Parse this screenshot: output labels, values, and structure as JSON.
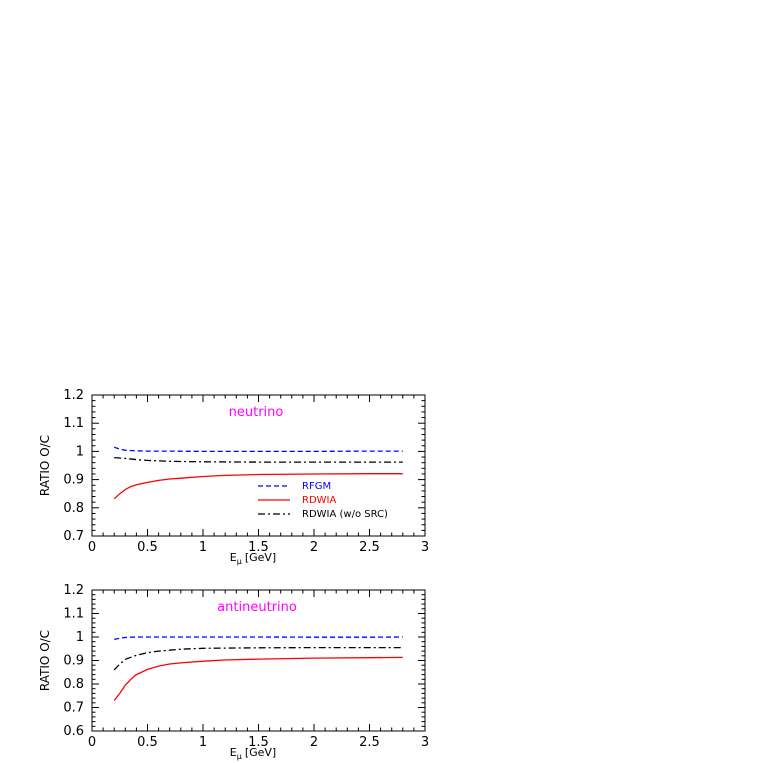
{
  "chart_data": [
    {
      "type": "line",
      "title": "",
      "annotation": "neutrino",
      "xlabel": "E",
      "xlabel_sub": "μ",
      "xlabel_unit": "[GeV]",
      "ylabel": "RATIO O/C",
      "xlim": [
        0,
        3
      ],
      "ylim": [
        0.7,
        1.2
      ],
      "xticks": [
        0,
        0.5,
        1,
        1.5,
        2,
        2.5,
        3
      ],
      "xtick_labels": [
        "0",
        "0.5",
        "1",
        "1.5",
        "2",
        "2.5",
        "3"
      ],
      "yticks": [
        0.7,
        0.8,
        0.9,
        1,
        1.1,
        1.2
      ],
      "ytick_labels": [
        "0.7",
        "0.8",
        "0.9",
        "1",
        "1.1",
        "1.2"
      ],
      "grid": false,
      "legend_position": "lower-right",
      "series": [
        {
          "name": "RFGM",
          "color": "#0000ff",
          "dash": "dashed",
          "points": [
            [
              0.2,
              1.015
            ],
            [
              0.25,
              1.008
            ],
            [
              0.3,
              1.004
            ],
            [
              0.4,
              1.002
            ],
            [
              0.5,
              1.001
            ],
            [
              0.7,
              1.001
            ],
            [
              1.0,
              1.0
            ],
            [
              1.5,
              1.0
            ],
            [
              2.0,
              1.0
            ],
            [
              2.5,
              1.001
            ],
            [
              2.8,
              1.001
            ]
          ]
        },
        {
          "name": "RDWIA",
          "color": "#ff0000",
          "dash": "solid",
          "points": [
            [
              0.2,
              0.832
            ],
            [
              0.25,
              0.85
            ],
            [
              0.3,
              0.865
            ],
            [
              0.35,
              0.875
            ],
            [
              0.4,
              0.882
            ],
            [
              0.5,
              0.89
            ],
            [
              0.6,
              0.897
            ],
            [
              0.7,
              0.902
            ],
            [
              0.8,
              0.905
            ],
            [
              1.0,
              0.911
            ],
            [
              1.2,
              0.915
            ],
            [
              1.5,
              0.918
            ],
            [
              2.0,
              0.92
            ],
            [
              2.5,
              0.921
            ],
            [
              2.8,
              0.921
            ]
          ]
        },
        {
          "name": "RDWIA (w/o SRC)",
          "color": "#000000",
          "dash": "dashdot",
          "points": [
            [
              0.2,
              0.978
            ],
            [
              0.3,
              0.975
            ],
            [
              0.4,
              0.971
            ],
            [
              0.5,
              0.968
            ],
            [
              0.7,
              0.965
            ],
            [
              1.0,
              0.963
            ],
            [
              1.5,
              0.962
            ],
            [
              2.0,
              0.962
            ],
            [
              2.5,
              0.962
            ],
            [
              2.8,
              0.962
            ]
          ]
        }
      ]
    },
    {
      "type": "line",
      "title": "",
      "annotation": "antineutrino",
      "xlabel": "E",
      "xlabel_sub": "μ",
      "xlabel_unit": "[GeV]",
      "ylabel": "RATIO O/C",
      "xlim": [
        0,
        3
      ],
      "ylim": [
        0.6,
        1.2
      ],
      "xticks": [
        0,
        0.5,
        1,
        1.5,
        2,
        2.5,
        3
      ],
      "xtick_labels": [
        "0",
        "0.5",
        "1",
        "1.5",
        "2",
        "2.5",
        "3"
      ],
      "yticks": [
        0.6,
        0.7,
        0.8,
        0.9,
        1,
        1.1,
        1.2
      ],
      "ytick_labels": [
        "0.6",
        "0.7",
        "0.8",
        "0.9",
        "1",
        "1.1",
        "1.2"
      ],
      "grid": false,
      "legend_position": "none",
      "series": [
        {
          "color": "#0000ff",
          "dash": "dashed",
          "points": [
            [
              0.2,
              0.99
            ],
            [
              0.25,
              0.995
            ],
            [
              0.3,
              0.998
            ],
            [
              0.4,
              1.0
            ],
            [
              0.7,
              1.0
            ],
            [
              1.0,
              1.0
            ],
            [
              1.5,
              1.0
            ],
            [
              2.0,
              0.999
            ],
            [
              2.5,
              0.999
            ],
            [
              2.8,
              1.0
            ]
          ]
        },
        {
          "color": "#ff0000",
          "dash": "solid",
          "points": [
            [
              0.2,
              0.73
            ],
            [
              0.25,
              0.76
            ],
            [
              0.3,
              0.795
            ],
            [
              0.35,
              0.82
            ],
            [
              0.4,
              0.84
            ],
            [
              0.5,
              0.862
            ],
            [
              0.6,
              0.876
            ],
            [
              0.7,
              0.885
            ],
            [
              0.8,
              0.89
            ],
            [
              1.0,
              0.897
            ],
            [
              1.2,
              0.902
            ],
            [
              1.5,
              0.906
            ],
            [
              2.0,
              0.91
            ],
            [
              2.5,
              0.912
            ],
            [
              2.8,
              0.913
            ]
          ]
        },
        {
          "color": "#000000",
          "dash": "dashdot",
          "points": [
            [
              0.2,
              0.86
            ],
            [
              0.25,
              0.885
            ],
            [
              0.3,
              0.905
            ],
            [
              0.4,
              0.922
            ],
            [
              0.5,
              0.933
            ],
            [
              0.6,
              0.94
            ],
            [
              0.7,
              0.944
            ],
            [
              0.8,
              0.948
            ],
            [
              1.0,
              0.952
            ],
            [
              1.5,
              0.954
            ],
            [
              2.0,
              0.955
            ],
            [
              2.5,
              0.955
            ],
            [
              2.8,
              0.955
            ]
          ]
        }
      ]
    }
  ]
}
